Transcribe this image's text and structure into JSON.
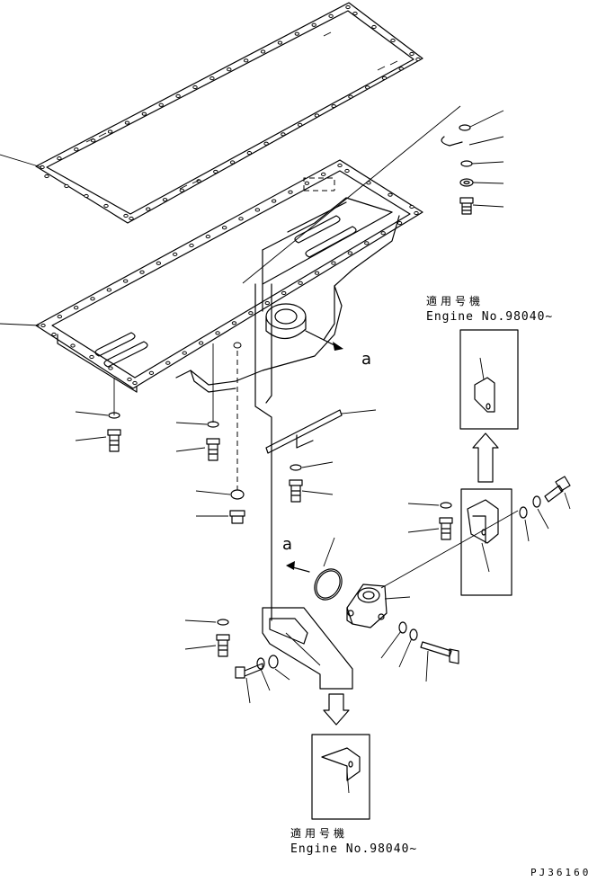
{
  "callouts": {
    "applicable_jp": "適用号機",
    "engine_no": "Engine No.98040~",
    "view_ref": "a"
  },
  "drawing_code": "PJ36160"
}
